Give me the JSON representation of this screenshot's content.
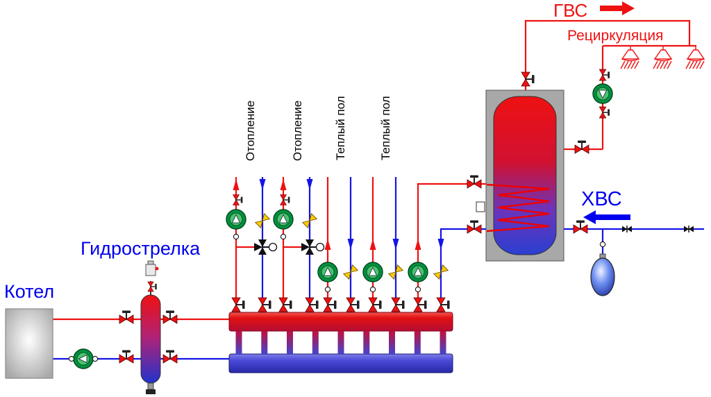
{
  "title": "Heating system piping diagram with boiler, hydraulic separator, manifold and DHW storage tank",
  "colors": {
    "hot": "#ee1111",
    "cold": "#1414e6",
    "label_blue": "#0000ee",
    "text_black": "#000000",
    "pump_green": "#00913f",
    "pump_green_light": "#4cc26d",
    "valve_red": "#ee1111",
    "check_yellow": "#ffcc00",
    "tank_gray": "#a8a8a8",
    "background": "#ffffff"
  },
  "labels": {
    "boiler": "Котел",
    "separator": "Гидрострелка",
    "circuits": [
      "Отопление",
      "Отопление",
      "Теплый пол",
      "Теплый пол"
    ],
    "dhw": "ГВС",
    "recirculation": "Рециркуляция",
    "cold_water": "ХВС"
  },
  "icons": [
    {
      "name": "boiler-unit",
      "desc": "gray boiler box"
    },
    {
      "name": "hydraulic-separator",
      "desc": "vertical capsule, red top to blue bottom"
    },
    {
      "name": "manifold",
      "desc": "supply (red) and return (blue) collector bars joined by posts"
    },
    {
      "name": "circulation-pump-icon",
      "desc": "green round pump with flow triangle"
    },
    {
      "name": "ball-valve-icon",
      "desc": "red bowtie shutoff valve with handle"
    },
    {
      "name": "check-valve-icon",
      "desc": "yellow oblique check valve"
    },
    {
      "name": "three-way-mixing-valve-icon",
      "desc": "black three-way valve with round actuator"
    },
    {
      "name": "air-vent-icon",
      "desc": "automatic air vent on separator top"
    },
    {
      "name": "expansion-tank-icon",
      "desc": "blue expansion vessel"
    },
    {
      "name": "shower-icon",
      "desc": "shower head with spray"
    },
    {
      "name": "storage-tank",
      "desc": "DHW storage tank with internal coil"
    },
    {
      "name": "dhw-flow-arrow",
      "desc": "thick red arrow pointing right"
    },
    {
      "name": "cold-water-flow-arrow",
      "desc": "thick blue arrow pointing left"
    }
  ]
}
